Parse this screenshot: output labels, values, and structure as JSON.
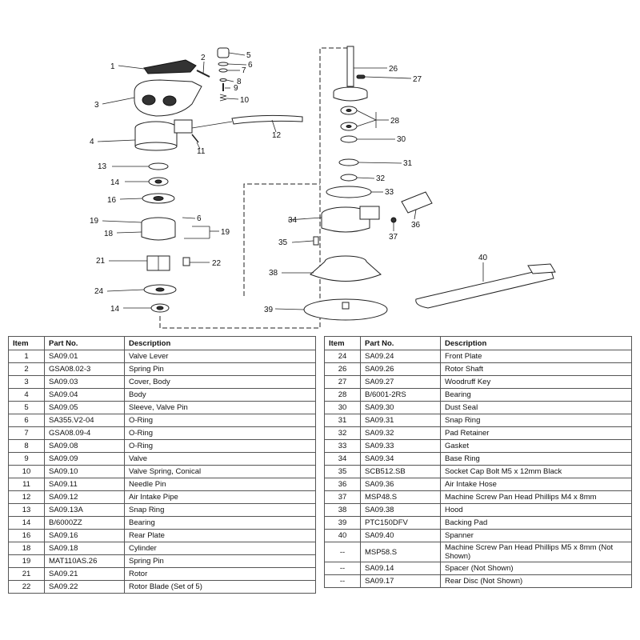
{
  "callouts": [
    "1",
    "2",
    "3",
    "4",
    "5",
    "6",
    "7",
    "8",
    "9",
    "10",
    "11",
    "12",
    "13",
    "14",
    "16",
    "19",
    "18",
    "6",
    "19",
    "21",
    "22",
    "24",
    "14",
    "26",
    "27",
    "28",
    "30",
    "31",
    "32",
    "33",
    "34",
    "36",
    "37",
    "35",
    "38",
    "39",
    "40"
  ],
  "headers": {
    "item": "Item",
    "part_no": "Part No.",
    "description": "Description"
  },
  "left_rows": [
    {
      "item": "1",
      "part": "SA09.01",
      "desc": "Valve Lever"
    },
    {
      "item": "2",
      "part": "GSA08.02-3",
      "desc": "Spring Pin"
    },
    {
      "item": "3",
      "part": "SA09.03",
      "desc": "Cover, Body"
    },
    {
      "item": "4",
      "part": "SA09.04",
      "desc": "Body"
    },
    {
      "item": "5",
      "part": "SA09.05",
      "desc": "Sleeve, Valve Pin"
    },
    {
      "item": "6",
      "part": "SA355.V2-04",
      "desc": "O-Ring"
    },
    {
      "item": "7",
      "part": "GSA08.09-4",
      "desc": "O-Ring"
    },
    {
      "item": "8",
      "part": "SA09.08",
      "desc": "O-Ring"
    },
    {
      "item": "9",
      "part": "SA09.09",
      "desc": "Valve"
    },
    {
      "item": "10",
      "part": "SA09.10",
      "desc": "Valve Spring, Conical"
    },
    {
      "item": "11",
      "part": "SA09.11",
      "desc": "Needle Pin"
    },
    {
      "item": "12",
      "part": "SA09.12",
      "desc": "Air Intake Pipe"
    },
    {
      "item": "13",
      "part": "SA09.13A",
      "desc": "Snap Ring"
    },
    {
      "item": "14",
      "part": "B/6000ZZ",
      "desc": "Bearing"
    },
    {
      "item": "16",
      "part": "SA09.16",
      "desc": "Rear Plate"
    },
    {
      "item": "18",
      "part": "SA09.18",
      "desc": "Cylinder"
    },
    {
      "item": "19",
      "part": "MAT110AS.26",
      "desc": "Spring Pin"
    },
    {
      "item": "21",
      "part": "SA09.21",
      "desc": "Rotor"
    },
    {
      "item": "22",
      "part": "SA09.22",
      "desc": "Rotor Blade (Set of 5)"
    }
  ],
  "right_rows": [
    {
      "item": "24",
      "part": "SA09.24",
      "desc": "Front Plate"
    },
    {
      "item": "26",
      "part": "SA09.26",
      "desc": "Rotor Shaft"
    },
    {
      "item": "27",
      "part": "SA09.27",
      "desc": "Woodruff Key"
    },
    {
      "item": "28",
      "part": "B/6001-2RS",
      "desc": "Bearing"
    },
    {
      "item": "30",
      "part": "SA09.30",
      "desc": "Dust Seal"
    },
    {
      "item": "31",
      "part": "SA09.31",
      "desc": "Snap Ring"
    },
    {
      "item": "32",
      "part": "SA09.32",
      "desc": "Pad Retainer"
    },
    {
      "item": "33",
      "part": "SA09.33",
      "desc": "Gasket"
    },
    {
      "item": "34",
      "part": "SA09.34",
      "desc": "Base Ring"
    },
    {
      "item": "35",
      "part": "SCB512.SB",
      "desc": "Socket Cap Bolt M5 x 12mm Black"
    },
    {
      "item": "36",
      "part": "SA09.36",
      "desc": "Air Intake Hose"
    },
    {
      "item": "37",
      "part": "MSP48.S",
      "desc": "Machine Screw Pan Head Phillips M4 x 8mm"
    },
    {
      "item": "38",
      "part": "SA09.38",
      "desc": "Hood"
    },
    {
      "item": "39",
      "part": "PTC150DFV",
      "desc": "Backing Pad"
    },
    {
      "item": "40",
      "part": "SA09.40",
      "desc": "Spanner"
    },
    {
      "item": "--",
      "part": "MSP58.S",
      "desc": "Machine Screw Pan Head Phillips M5 x 8mm (Not Shown)"
    },
    {
      "item": "--",
      "part": "SA09.14",
      "desc": "Spacer (Not Shown)"
    },
    {
      "item": "--",
      "part": "SA09.17",
      "desc": "Rear Disc (Not Shown)"
    }
  ]
}
